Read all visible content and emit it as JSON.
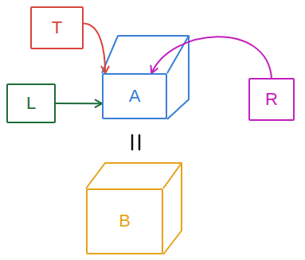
{
  "diagram": {
    "nodes": [
      {
        "text": [
          "T"
        ]
      },
      {
        "text": [
          "L"
        ]
      },
      {
        "text": [
          "A"
        ]
      },
      {
        "text": [
          "R"
        ]
      },
      {
        "text": [
          "B"
        ]
      }
    ],
    "edges": [
      {
        "from": 0,
        "to": 2,
        "arrow": "to"
      },
      {
        "from": 1,
        "to": 2,
        "arrow": "to"
      },
      {
        "from": 3,
        "to": 2,
        "arrow": "to"
      }
    ]
  }
}
